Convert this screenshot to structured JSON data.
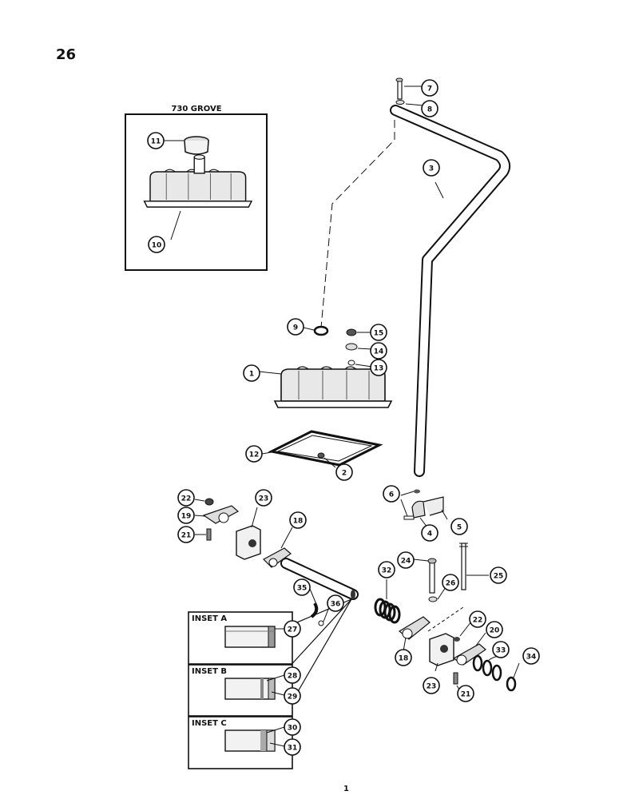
{
  "page_number": "26",
  "inset_730": {
    "title": "730 GROVE"
  },
  "insets": [
    {
      "label": "INSET A",
      "callouts": [
        "27"
      ]
    },
    {
      "label": "INSET B",
      "callouts": [
        "28",
        "29"
      ]
    },
    {
      "label": "INSET C",
      "callouts": [
        "30",
        "31"
      ]
    }
  ],
  "callouts": [
    "1",
    "2",
    "3",
    "4",
    "5",
    "6",
    "7",
    "8",
    "9",
    "10",
    "11",
    "12",
    "13",
    "14",
    "15",
    "18",
    "19",
    "20",
    "21",
    "22",
    "23",
    "24",
    "25",
    "26",
    "32",
    "33",
    "34",
    "35",
    "36"
  ],
  "footer": {
    "page_mark": "1"
  },
  "colors": {
    "ink": "#111111",
    "paper": "#ffffff"
  }
}
